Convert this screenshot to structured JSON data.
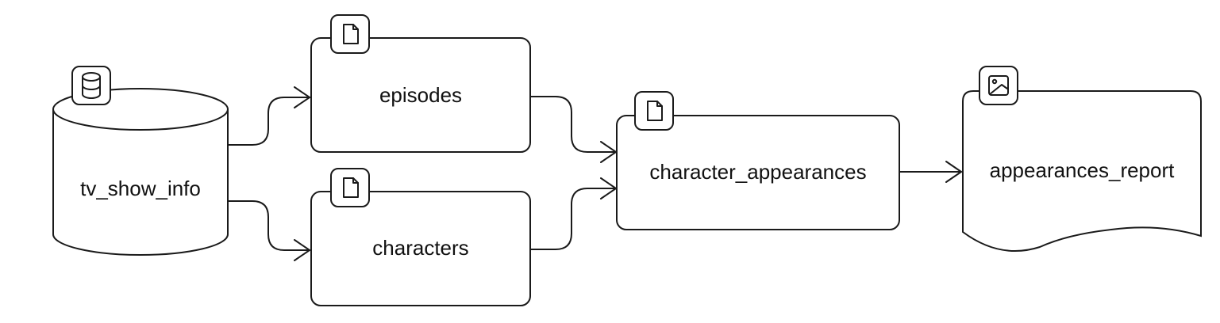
{
  "diagram": {
    "nodes": {
      "tv_show_info": {
        "label": "tv_show_info",
        "shape": "cylinder",
        "icon": "database-icon"
      },
      "episodes": {
        "label": "episodes",
        "shape": "rounded-rect",
        "icon": "file-icon"
      },
      "characters": {
        "label": "characters",
        "shape": "rounded-rect",
        "icon": "file-icon"
      },
      "character_appearances": {
        "label": "character_appearances",
        "shape": "rounded-rect",
        "icon": "file-icon"
      },
      "appearances_report": {
        "label": "appearances_report",
        "shape": "document",
        "icon": "image-icon"
      }
    },
    "edges": [
      {
        "from": "tv_show_info",
        "to": "episodes"
      },
      {
        "from": "tv_show_info",
        "to": "characters"
      },
      {
        "from": "episodes",
        "to": "character_appearances"
      },
      {
        "from": "characters",
        "to": "character_appearances"
      },
      {
        "from": "character_appearances",
        "to": "appearances_report"
      }
    ]
  }
}
